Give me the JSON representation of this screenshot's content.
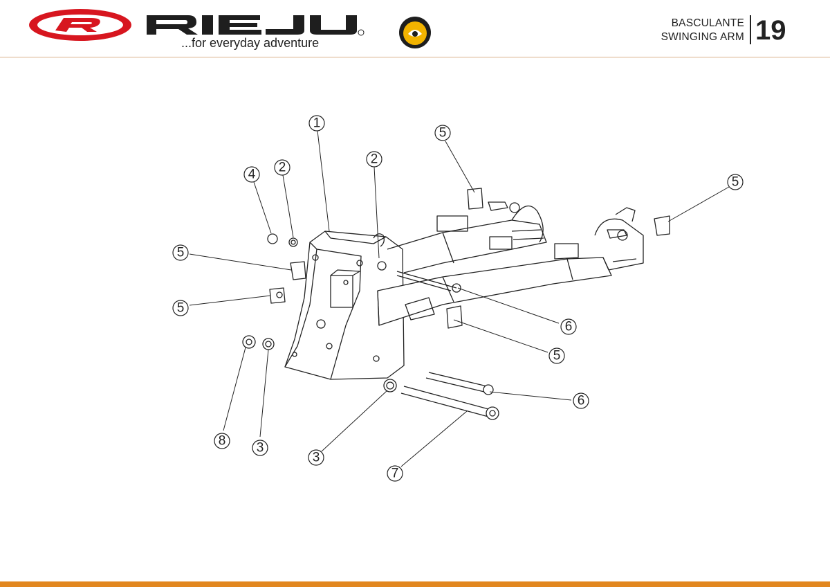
{
  "header": {
    "brand": "RIEJU",
    "tagline": "...for everyday adventure",
    "badge": "eye-bike-logo",
    "section_es": "BASCULANTE",
    "section_en": "SWINGING ARM",
    "page_number": "19"
  },
  "colors": {
    "brand_red": "#d7161f",
    "accent_orange": "#e2871f",
    "line": "#222222"
  },
  "callouts": [
    {
      "label": "1"
    },
    {
      "label": "2"
    },
    {
      "label": "2"
    },
    {
      "label": "4"
    },
    {
      "label": "5"
    },
    {
      "label": "5"
    },
    {
      "label": "5"
    },
    {
      "label": "5"
    },
    {
      "label": "5"
    },
    {
      "label": "6"
    },
    {
      "label": "6"
    },
    {
      "label": "8"
    },
    {
      "label": "3"
    },
    {
      "label": "3"
    },
    {
      "label": "7"
    }
  ]
}
